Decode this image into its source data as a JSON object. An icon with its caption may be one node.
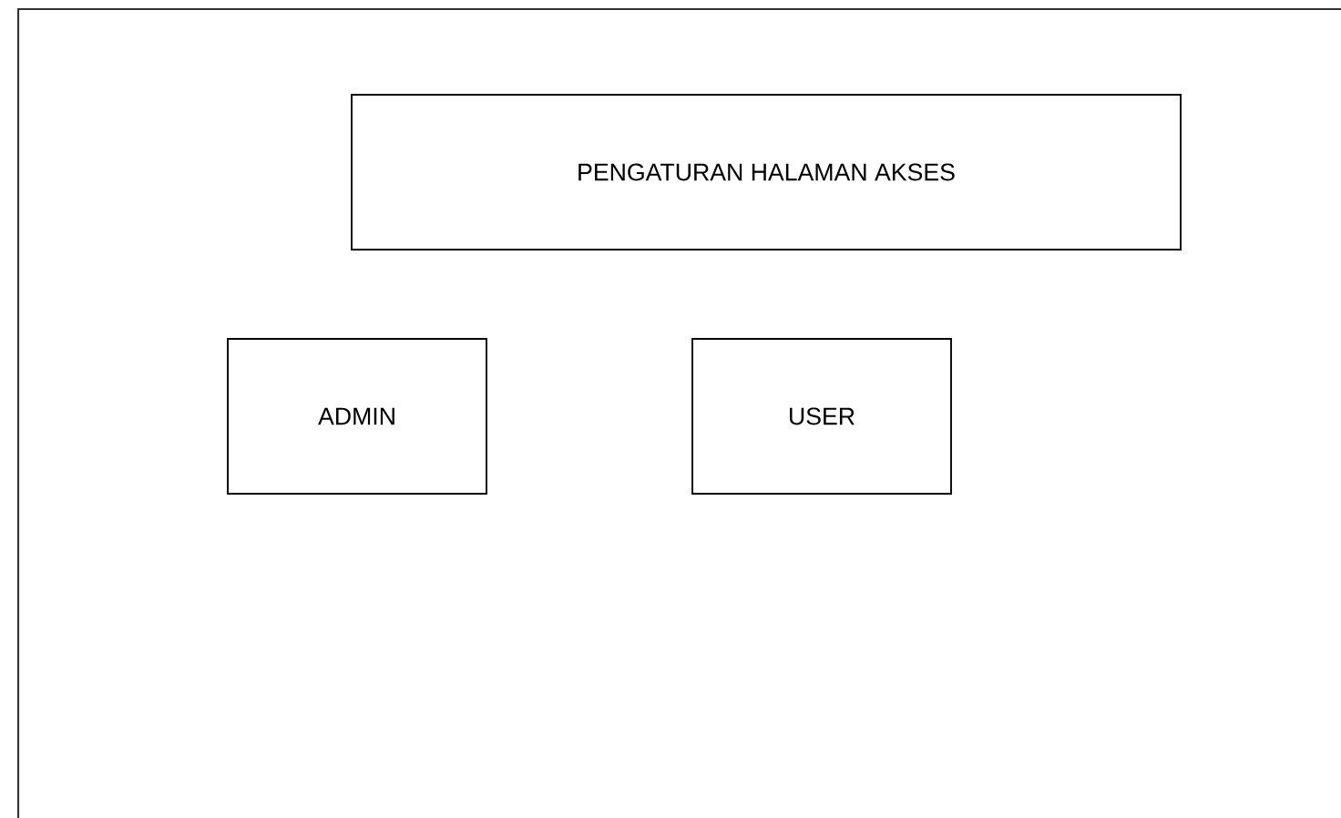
{
  "diagram": {
    "nodes": [
      {
        "text": [
          "PENGATURAN HALAMAN AKSES"
        ]
      },
      {
        "text": [
          "ADMIN"
        ]
      },
      {
        "text": [
          "USER"
        ]
      }
    ]
  }
}
